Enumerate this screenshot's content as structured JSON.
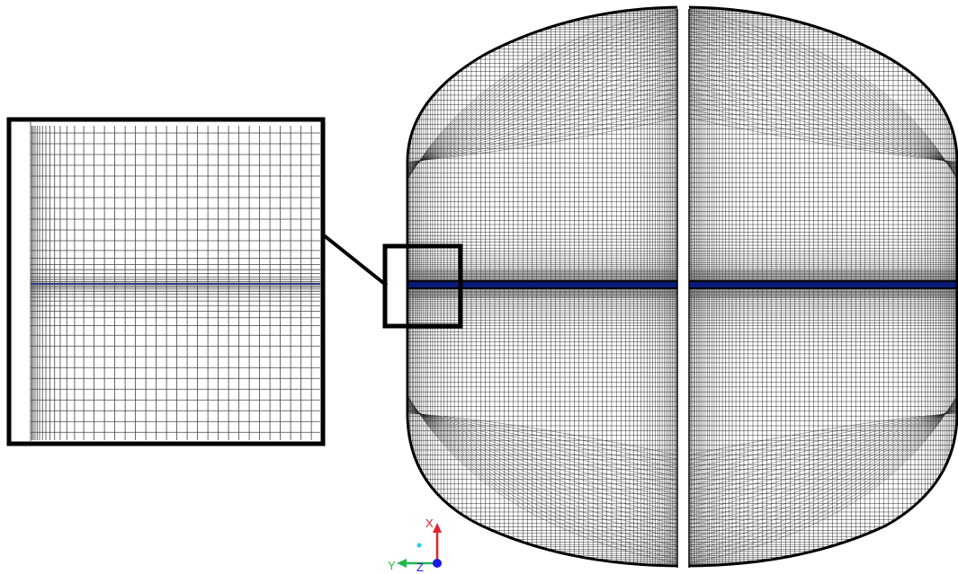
{
  "axis_triad": {
    "x_label": "X",
    "y_label": "Y",
    "z_label": "Z",
    "x_color": "#e8202a",
    "y_color": "#1fb84a",
    "z_color": "#1a1adf"
  },
  "colors": {
    "mesh_line": "#1a1a1a",
    "mesh_dense": "#333333",
    "interface_line": "#1a2a9a",
    "frame": "#000000",
    "background": "#ffffff"
  }
}
